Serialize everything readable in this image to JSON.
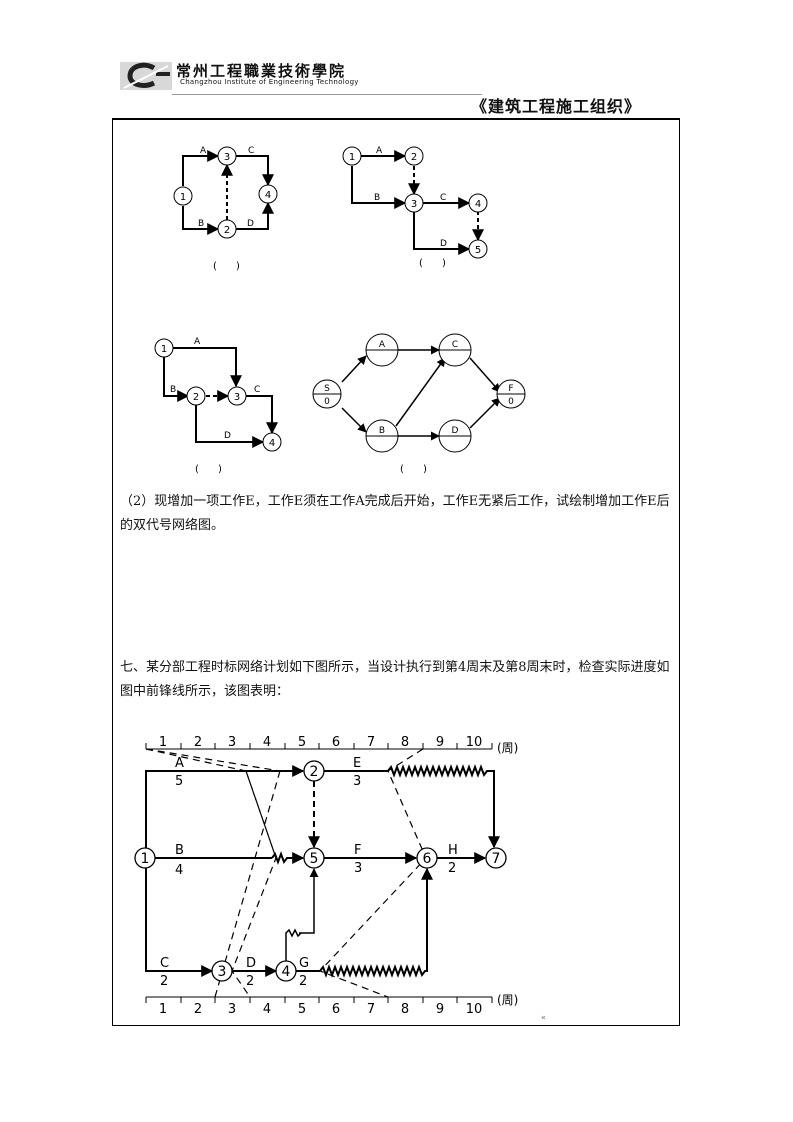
{
  "header": {
    "school_cn": "常州工程職業技術學院",
    "school_en": "Changzhou Institute of Engineering Technology",
    "doc_title": "《建筑工程施工组织》"
  },
  "diagrams": {
    "d1": {
      "nodes": [
        "1",
        "2",
        "3",
        "4"
      ],
      "labels": [
        "A",
        "B",
        "C",
        "D"
      ],
      "caption": "(      )"
    },
    "d2": {
      "nodes": [
        "1",
        "2",
        "3",
        "4",
        "5"
      ],
      "labels": [
        "A",
        "B",
        "C",
        "D"
      ],
      "caption": "(      )"
    },
    "d3": {
      "nodes": [
        "1",
        "2",
        "3",
        "4"
      ],
      "labels": [
        "A",
        "B",
        "C",
        "D"
      ],
      "caption": "(      )"
    },
    "d4": {
      "nodes": [
        {
          "top": "S",
          "bottom": "0"
        },
        {
          "top": "A",
          "bottom": ""
        },
        {
          "top": "B",
          "bottom": ""
        },
        {
          "top": "C",
          "bottom": ""
        },
        {
          "top": "D",
          "bottom": ""
        },
        {
          "top": "F",
          "bottom": "0"
        }
      ],
      "caption": "(      )"
    }
  },
  "question2": "（2）现增加一项工作E，工作E须在工作A完成后开始，工作E无紧后工作，试绘制增加工作E后的双代号网络图。",
  "question7": "七、某分部工程时标网络计划如下图所示，当设计执行到第4周末及第8周末时，检查实际进度如图中前锋线所示，该图表明：",
  "timescale": {
    "weeks": [
      "1",
      "2",
      "3",
      "4",
      "5",
      "6",
      "7",
      "8",
      "9",
      "10"
    ],
    "unit": "(周)"
  },
  "network": {
    "nodes": [
      "1",
      "2",
      "3",
      "4",
      "5",
      "6",
      "7"
    ],
    "activities": [
      {
        "name": "A",
        "duration": "5"
      },
      {
        "name": "B",
        "duration": "4"
      },
      {
        "name": "C",
        "duration": "2"
      },
      {
        "name": "D",
        "duration": "2"
      },
      {
        "name": "E",
        "duration": "3"
      },
      {
        "name": "F",
        "duration": "3"
      },
      {
        "name": "G",
        "duration": "2"
      },
      {
        "name": "H",
        "duration": "2"
      }
    ]
  },
  "page_mark": "«"
}
